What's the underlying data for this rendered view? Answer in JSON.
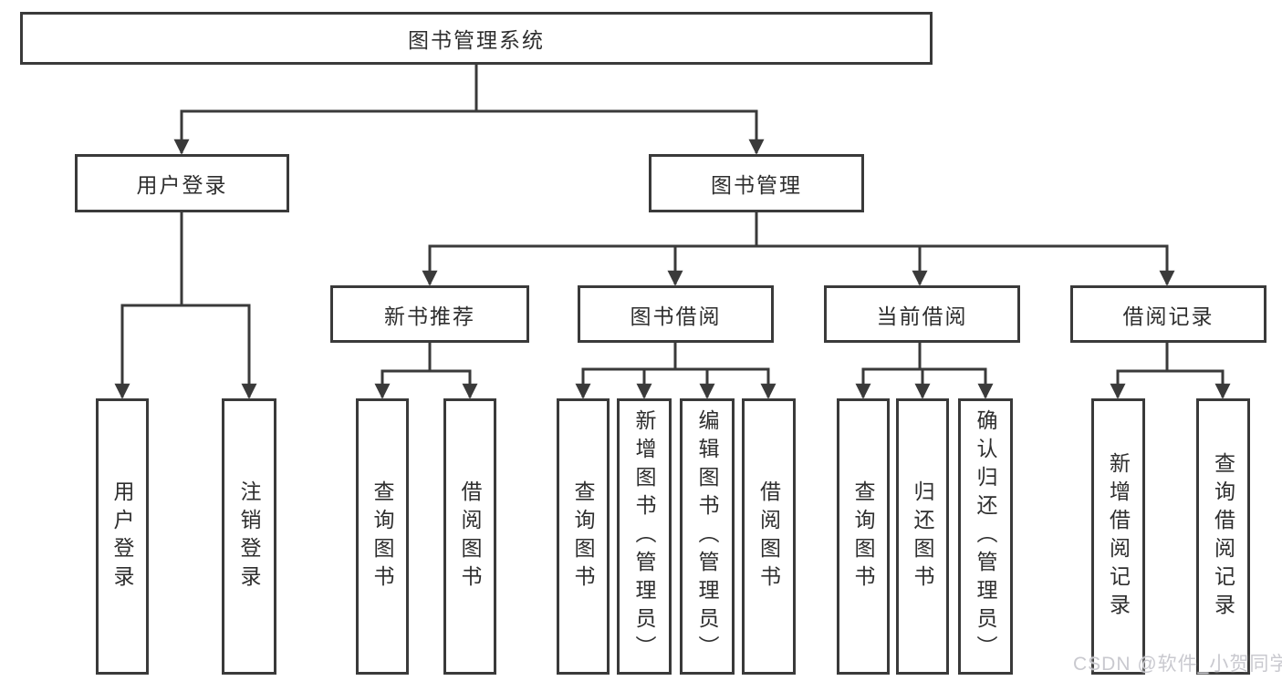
{
  "diagram": {
    "root": {
      "label": "图书管理系统"
    },
    "level2": [
      {
        "label": "用户登录"
      },
      {
        "label": "图书管理"
      }
    ],
    "level3": [
      {
        "label": "新书推荐"
      },
      {
        "label": "图书借阅"
      },
      {
        "label": "当前借阅"
      },
      {
        "label": "借阅记录"
      }
    ],
    "leaves": {
      "user_login": [
        "用户登录",
        "注销登录"
      ],
      "new_book_recommend": [
        "查询图书",
        "借阅图书"
      ],
      "book_borrow": [
        "查询图书",
        "新增图书（管理员）",
        "编辑图书（管理员）",
        "借阅图书"
      ],
      "current_borrow": [
        "查询图书",
        "归还图书",
        "确认归还（管理员）"
      ],
      "borrow_record": [
        "新增借阅记录",
        "查询借阅记录"
      ]
    }
  },
  "watermark": {
    "text": "CSDN @软件_小贺同学"
  },
  "colors": {
    "line": "#3a3a3a",
    "text": "#2e2e2e",
    "watermark": "#c9c9cf",
    "background": "#ffffff"
  }
}
